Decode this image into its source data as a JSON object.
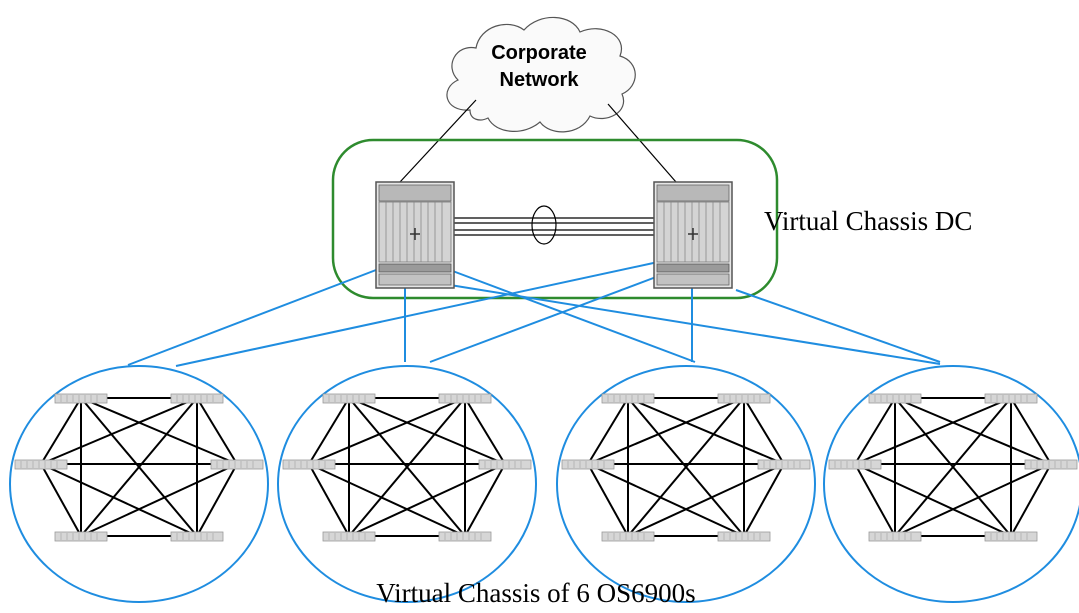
{
  "cloud": {
    "line1": "Corporate",
    "line2": "Network"
  },
  "dc_label": "Virtual Chassis DC",
  "bottom_label": "Virtual Chassis of 6 OS6900s",
  "colors": {
    "link": "#1f8de0",
    "dc_box": "#2e8b2e",
    "ellipse": "#1f8de0",
    "black_link": "#000000"
  },
  "icons": {
    "core_switch": "chassis-switch-icon",
    "edge_switch": "stackable-switch-icon",
    "cloud": "cloud-icon"
  }
}
